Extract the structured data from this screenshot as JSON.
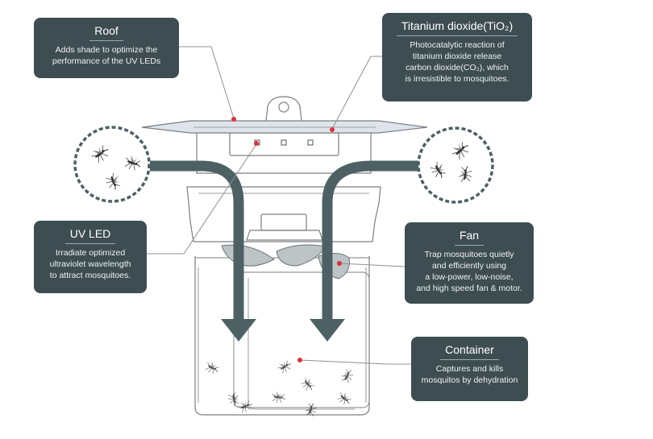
{
  "callouts": {
    "roof": {
      "title": "Roof",
      "lines": [
        "Adds shade to optimize the",
        "performance of the UV LEDs"
      ]
    },
    "tio2": {
      "title": "Titanium dioxide(TiO₂)",
      "lines": [
        "Photocatalytic reaction of",
        "titanium dioxide release",
        "carbon dioxide(CO₂), which",
        "is irresistible to mosquitoes."
      ]
    },
    "uvled": {
      "title": "UV LED",
      "lines": [
        "Irradiate optimized",
        "ultraviolet wavelength",
        "to attract mosquitoes."
      ]
    },
    "fan": {
      "title": "Fan",
      "lines": [
        "Trap mosquitoes quietly",
        "and efficiently using",
        "a low-power, low-noise,",
        "and high speed fan & motor."
      ]
    },
    "container": {
      "title": "Container",
      "lines": [
        "Captures and kills",
        "mosquitos by dehydration"
      ]
    }
  },
  "colors": {
    "callout_bg": "#3e4d52",
    "arrow": "#4d6164",
    "marker": "#e0303c",
    "device_line": "#7a7f82",
    "roof_fill": "#dfe4ea"
  },
  "icons": [
    "mosquito-icon"
  ]
}
